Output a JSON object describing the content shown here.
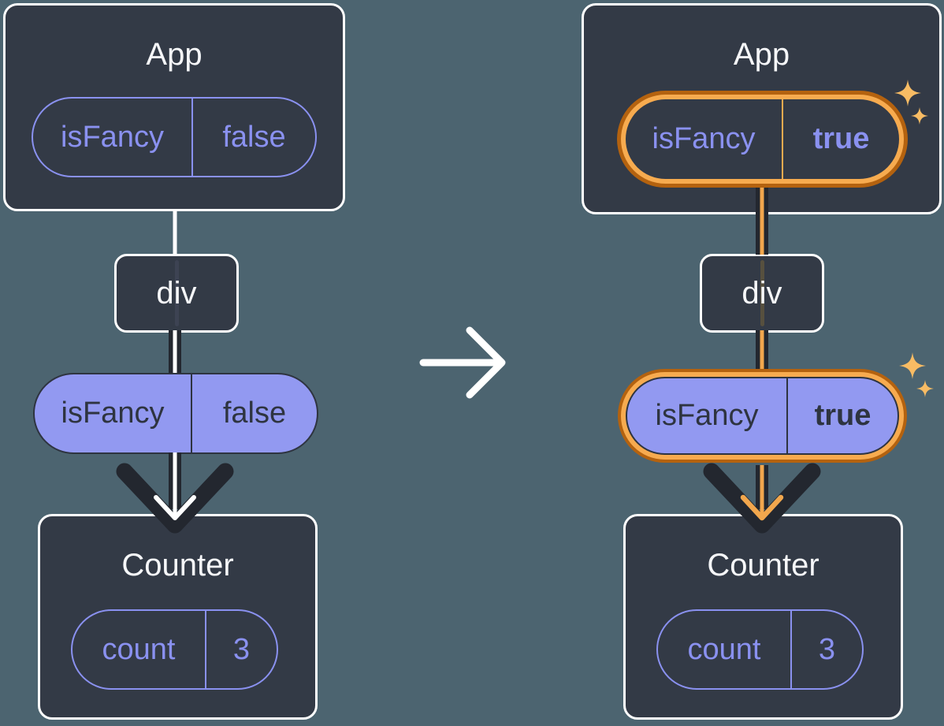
{
  "colors": {
    "background": "#4C6470",
    "box_fill": "#333A46",
    "box_border": "#FFFFFF",
    "purple": "#8A91F0",
    "purple_pill_fill": "#9299F1",
    "dark_text": "#2E3440",
    "arrow_dark": "#23272F",
    "highlight_orange": "#F7AB4F",
    "highlight_orange_dark": "#B4620F",
    "sparkle": "#F8BC64",
    "white": "#FFFFFF"
  },
  "icons": {
    "transition": "arrow-right-icon",
    "flow": "arrow-down-icon",
    "highlight": "sparkle-icon"
  },
  "before": {
    "app": {
      "title": "App",
      "state": {
        "name": "isFancy",
        "value": "false"
      }
    },
    "tree_node": {
      "label": "div"
    },
    "prop": {
      "name": "isFancy",
      "value": "false"
    },
    "counter": {
      "title": "Counter",
      "state": {
        "name": "count",
        "value": "3"
      }
    }
  },
  "after": {
    "app": {
      "title": "App",
      "state": {
        "name": "isFancy",
        "value": "true"
      }
    },
    "tree_node": {
      "label": "div"
    },
    "prop": {
      "name": "isFancy",
      "value": "true"
    },
    "counter": {
      "title": "Counter",
      "state": {
        "name": "count",
        "value": "3"
      }
    }
  }
}
